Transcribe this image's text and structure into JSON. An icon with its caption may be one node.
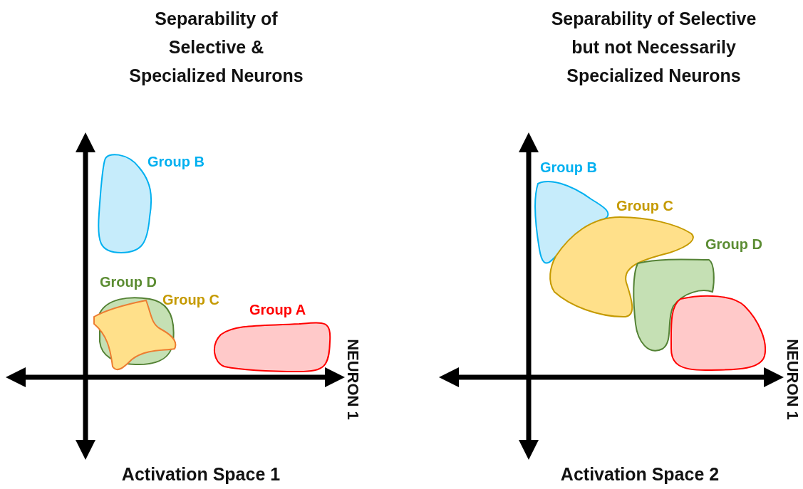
{
  "diagram": {
    "nodes": [
      {
        "text": [
          "Group B"
        ]
      },
      {
        "text": [
          "Group D"
        ]
      },
      {
        "text": [
          "Group C"
        ]
      },
      {
        "text": [
          "Group A"
        ]
      },
      {
        "text": [
          "Group B"
        ]
      },
      {
        "text": [
          "Group C"
        ]
      },
      {
        "text": [
          "Group D"
        ]
      },
      {
        "text": [],
        "shape": "blob"
      }
    ],
    "labels": [
      "Separability of Selective & Specialized Neurons",
      "Separability of Selective but not Necessarily Specialized Neurons",
      "NEURON 1",
      "NEURON 1",
      "Activation Space 1",
      "Activation Space 2"
    ]
  }
}
